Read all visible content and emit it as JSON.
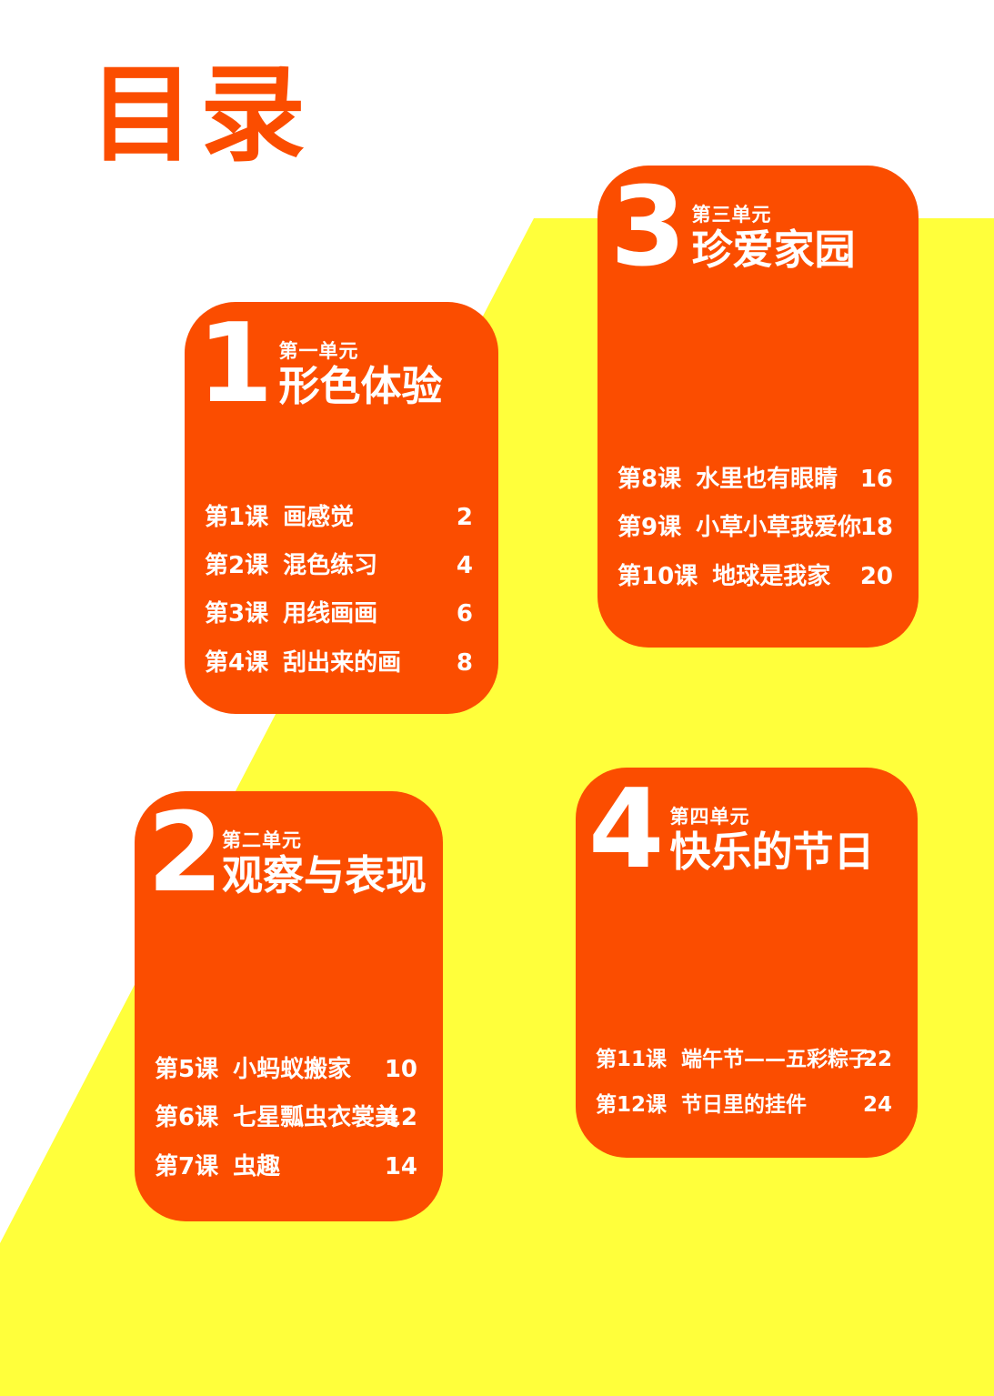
{
  "page_title": "目录",
  "colors": {
    "orange": "#FB4D00",
    "yellow": "#FFFF3B",
    "card_text": "#FFFFFF",
    "background": "#FFFFFF"
  },
  "units": [
    {
      "number": "1",
      "label": "第一单元",
      "title": "形色体验",
      "lessons": [
        {
          "no": "第1课",
          "title": "画感觉",
          "page": "2"
        },
        {
          "no": "第2课",
          "title": "混色练习",
          "page": "4"
        },
        {
          "no": "第3课",
          "title": "用线画画",
          "page": "6"
        },
        {
          "no": "第4课",
          "title": "刮出来的画",
          "page": "8"
        }
      ]
    },
    {
      "number": "2",
      "label": "第二单元",
      "title": "观察与表现",
      "lessons": [
        {
          "no": "第5课",
          "title": "小蚂蚁搬家",
          "page": "10"
        },
        {
          "no": "第6课",
          "title": "七星瓢虫衣裳美",
          "page": "12"
        },
        {
          "no": "第7课",
          "title": "虫趣",
          "page": "14"
        }
      ]
    },
    {
      "number": "3",
      "label": "第三单元",
      "title": "珍爱家园",
      "lessons": [
        {
          "no": "第8课",
          "title": "水里也有眼睛",
          "page": "16"
        },
        {
          "no": "第9课",
          "title": "小草小草我爱你",
          "page": "18"
        },
        {
          "no": "第10课",
          "title": "地球是我家",
          "page": "20"
        }
      ]
    },
    {
      "number": "4",
      "label": "第四单元",
      "title": "快乐的节日",
      "lessons": [
        {
          "no": "第11课",
          "title": "端午节——五彩粽子",
          "page": "22"
        },
        {
          "no": "第12课",
          "title": "节日里的挂件",
          "page": "24"
        }
      ]
    }
  ]
}
